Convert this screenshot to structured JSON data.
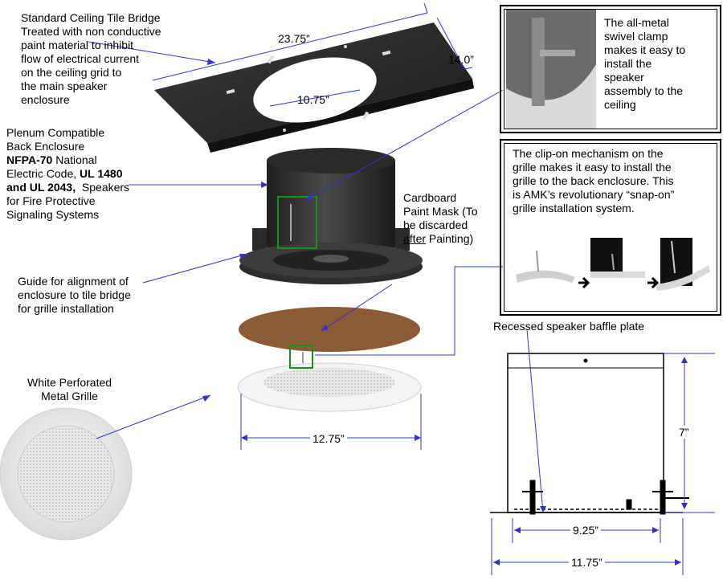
{
  "labels": {
    "tile_bridge": [
      "Standard Ceiling Tile Bridge",
      "Treated with non conductive",
      "paint material to inhibit",
      "flow of electrical current",
      "on the ceiling grid to",
      "the main speaker",
      "enclosure"
    ],
    "back_enclosure": {
      "line1": "Plenum Compatible",
      "line2": "Back Enclosure",
      "nfpa_bold": "NFPA-70",
      "nfpa_rest": " National",
      "electric_code": "Electric Code, ",
      "ul1480": "UL 1480",
      "ul2043_bold": "and UL 2043,",
      "ul2043_rest": "  Speakers",
      "line6": "for Fire Protective",
      "line7": "Signaling Systems"
    },
    "guide": [
      "Guide for alignment of",
      "enclosure to tile bridge",
      "for grille installation"
    ],
    "cardboard": {
      "line1": "Cardboard",
      "line2": "Paint Mask (To",
      "line3": "be discarded",
      "after_underlined": "after",
      "after_rest": " Painting)"
    },
    "grille": [
      "White Perforated",
      "Metal Grille"
    ],
    "baffle": "Recessed speaker baffle plate"
  },
  "callouts": {
    "swivel_clamp": [
      "The all-metal",
      "swivel clamp",
      "makes it easy to",
      "install the",
      "speaker",
      "assembly to the",
      "ceiling"
    ],
    "clip_on": [
      "The clip-on mechanism on the",
      "grille makes it easy to install the",
      "grille to the back enclosure.  This",
      "is AMK’s revolutionary “snap-on”",
      "grille installation system."
    ]
  },
  "dimensions": {
    "bridge_length": "23.75”",
    "bridge_width": "14.0”",
    "bridge_hole": "10.75”",
    "grille_diameter": "12.75”",
    "height": "7”",
    "inner_width": "9.25”",
    "outer_width": "11.75”"
  },
  "colors": {
    "leader": "#3333cc",
    "bridge": "#2b2b2b",
    "enclosure": "#333333",
    "mask": "#8b5a36",
    "grille": "#eeeeee",
    "highlight": "#1a8f1a"
  }
}
